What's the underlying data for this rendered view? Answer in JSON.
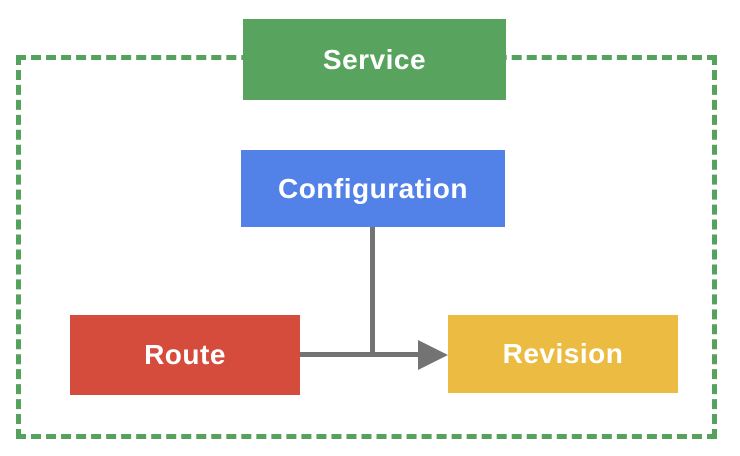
{
  "diagram": {
    "background": "#FFFFFF",
    "boundary": {
      "style": "dashed",
      "color": "#54A25B"
    },
    "nodes": {
      "service": {
        "label": "Service",
        "color": "#58A45E",
        "text_color": "#FFFFFF"
      },
      "configuration": {
        "label": "Configuration",
        "color": "#5282E8",
        "text_color": "#FFFFFF"
      },
      "route": {
        "label": "Route",
        "color": "#D54C3D",
        "text_color": "#FFFFFF"
      },
      "revision": {
        "label": "Revision",
        "color": "#ECBB41",
        "text_color": "#FFFFFF"
      }
    },
    "connector": {
      "color": "#737373",
      "edges": [
        {
          "from": "configuration",
          "to": "revision",
          "type": "line-joins-arrow"
        },
        {
          "from": "route",
          "to": "revision",
          "type": "arrow"
        }
      ]
    }
  }
}
